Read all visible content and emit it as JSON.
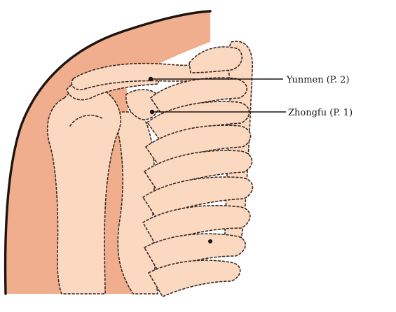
{
  "points": [
    {
      "name": "yunmen",
      "label": "Yunmen (P. 2)"
    },
    {
      "name": "zhongfu",
      "label": "Zhongfu (P. 1)"
    }
  ],
  "colors": {
    "skin": "#f0ae8e",
    "bone": "#fbd8c0",
    "outline": "#1c1410",
    "bone_outline": "#3a2a22",
    "background": "#ffffff"
  }
}
